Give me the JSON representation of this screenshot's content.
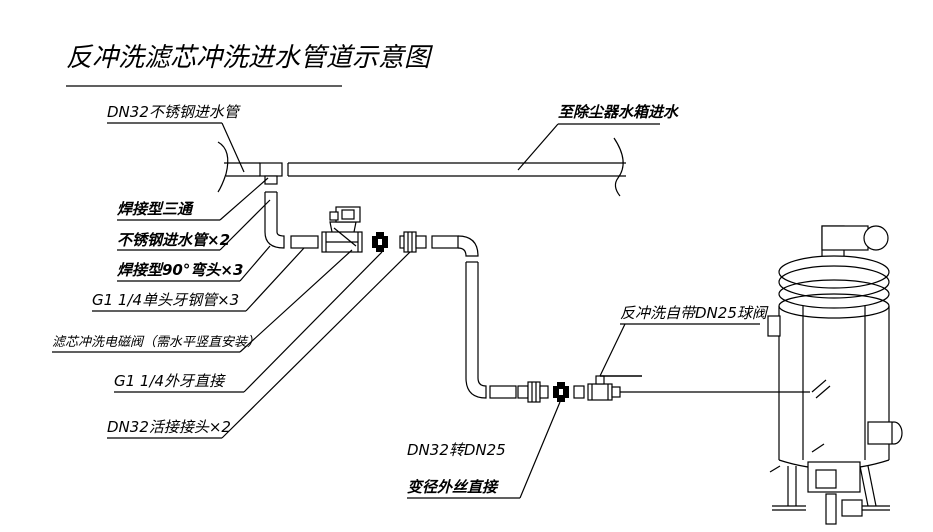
{
  "title": "反冲洗滤芯冲洗进水管道示意图",
  "labels": {
    "inlet_pipe": "DN32不锈钢进水管",
    "to_tank": "至除尘器水箱进水",
    "weld_tee": "焊接型三通",
    "ss_pipe": "不锈钢进水管×2",
    "weld_elbow": "焊接型90°弯头×3",
    "thread_pipe": "G1 1/4单头牙钢管×3",
    "solenoid_valve": "滤芯冲洗电磁阀（需水平竖直安装）",
    "ext_straight": "G1 1/4外牙直接",
    "union": "DN32活接接头×2",
    "ball_valve": "反冲洗自带DN25球阀",
    "reducer_line1": "DN32转DN25",
    "reducer_line2": "变径外丝直接"
  }
}
